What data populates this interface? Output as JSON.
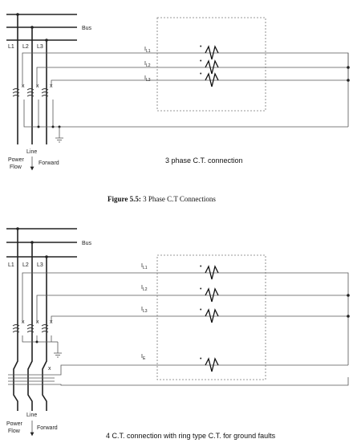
{
  "diagram1": {
    "bus_label": "Bus",
    "phases": [
      "L1",
      "L2",
      "L3"
    ],
    "currents": [
      {
        "main": "I",
        "sub": "L1"
      },
      {
        "main": "I",
        "sub": "L2"
      },
      {
        "main": "I",
        "sub": "L3"
      }
    ],
    "line_label": "Line",
    "power_flow_label": [
      "Power",
      "Flow"
    ],
    "forward_label": "Forward",
    "caption": "3 phase C.T. connection"
  },
  "figure_caption": {
    "prefix": "Figure 5.5:",
    "text": " 3 Phase C.T Connections"
  },
  "diagram2": {
    "bus_label": "Bus",
    "phases": [
      "L1",
      "L2",
      "L3"
    ],
    "currents": [
      {
        "main": "I",
        "sub": "L1"
      },
      {
        "main": "I",
        "sub": "L2"
      },
      {
        "main": "I",
        "sub": "L3"
      },
      {
        "main": "I",
        "sub": "E"
      }
    ],
    "line_label": "Line",
    "power_flow_label": [
      "Power",
      "Flow"
    ],
    "forward_label": "Forward",
    "caption": "4 C.T. connection with ring type C.T. for ground faults"
  }
}
